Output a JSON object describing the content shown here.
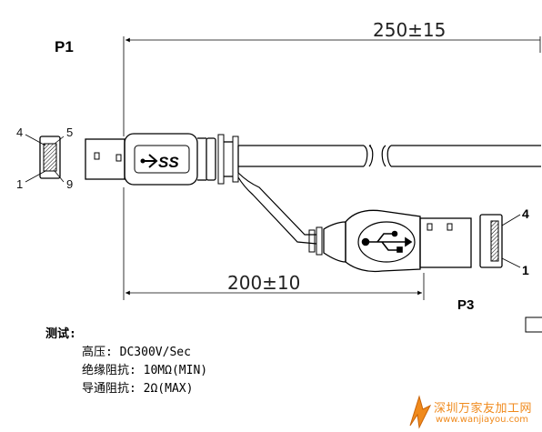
{
  "labels": {
    "p1": "P1",
    "p3": "P3",
    "dim_top": "250±15",
    "dim_bottom": "200±10"
  },
  "pins": {
    "p1_top_left": "4",
    "p1_top_right": "5",
    "p1_bottom_left": "1",
    "p1_bottom_right": "9",
    "p3_top": "4",
    "p3_bottom": "1"
  },
  "logos": {
    "ss": "SS"
  },
  "notes": {
    "title": "测试:",
    "items": [
      "高压: DC300V/Sec",
      "绝缘阻抗: 10MΩ(MIN)",
      "导通阻抗: 2Ω(MAX)"
    ]
  },
  "watermark": {
    "text": "深圳万家友加工网",
    "url": "www.wanjiayou.com"
  },
  "colors": {
    "line": "#000000",
    "watermark": "#f08a1c"
  }
}
